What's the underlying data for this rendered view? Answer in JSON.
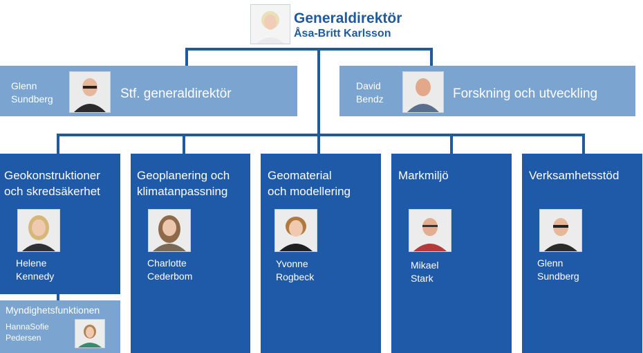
{
  "head": {
    "title": "Generaldirektör",
    "name": "Åsa-Britt Karlsson"
  },
  "deputies": [
    {
      "name": "Glenn\nSundberg",
      "title": "Stf. generaldirektör"
    },
    {
      "name": "David\nBendz",
      "title": "Forskning och utveckling"
    }
  ],
  "departments": [
    {
      "title": "Geokonstruktioner\noch skredsäkerhet",
      "head": "Helene\nKennedy"
    },
    {
      "title": "Geoplanering och\nklimatanpassning",
      "head": "Charlotte\nCederbom"
    },
    {
      "title": "Geomaterial\noch modellering",
      "head": "Yvonne\nRogbeck"
    },
    {
      "title": "Markmiljö",
      "head": "Mikael\nStark"
    },
    {
      "title": "Verksamhetsstöd",
      "head": "Glenn\nSundberg"
    }
  ],
  "sub_unit": {
    "title": "Myndighetsfunktionen",
    "head": "HannaSofie\nPedersen"
  },
  "colors": {
    "line": "#1f5a9e",
    "light_box": "#7ba4d0",
    "dark_box": "#1e5aa8",
    "title_text": "#1f5a9e"
  }
}
